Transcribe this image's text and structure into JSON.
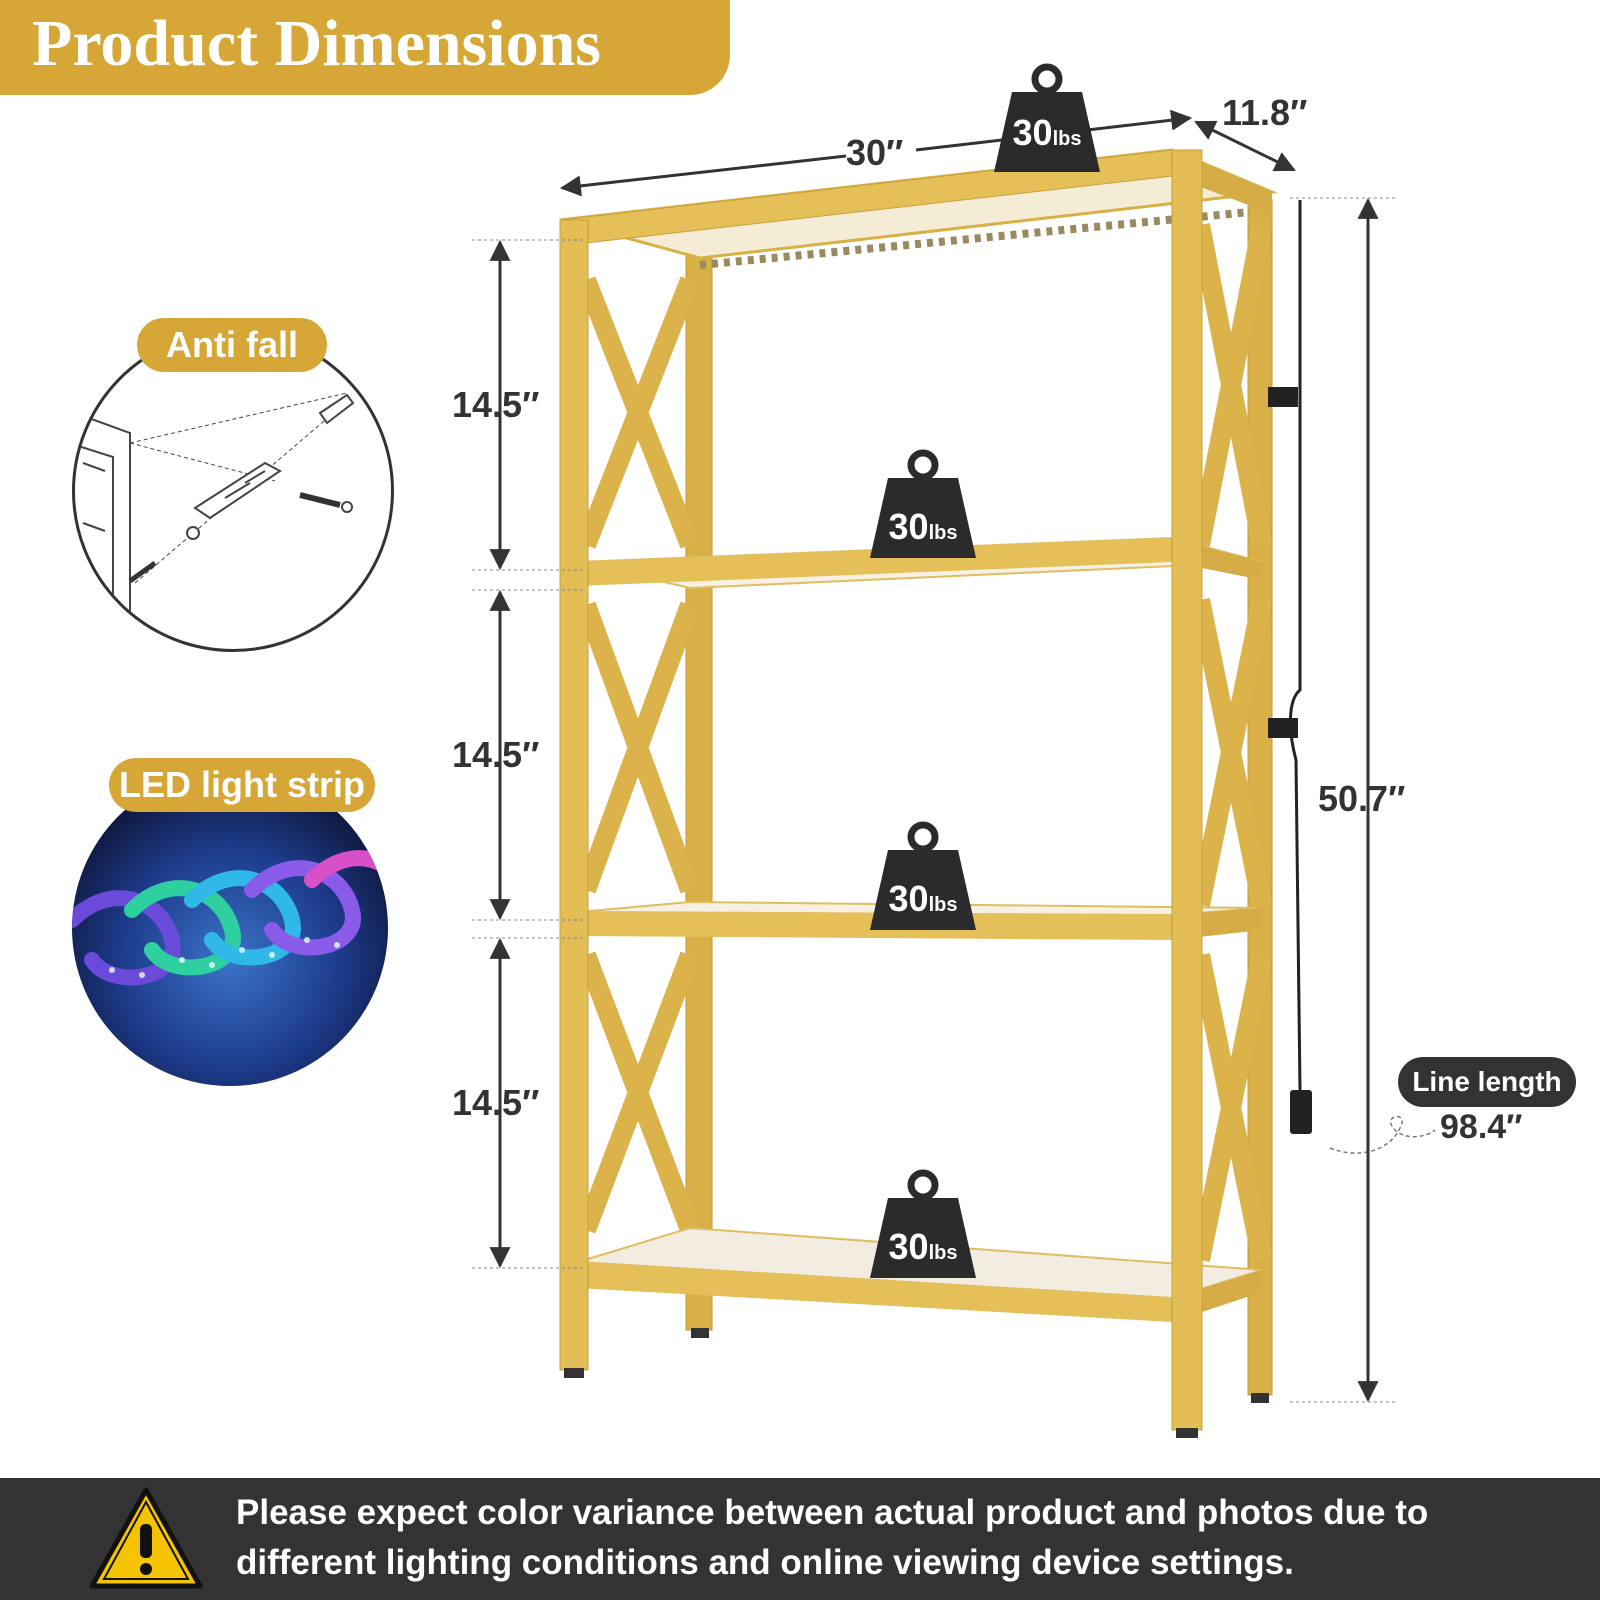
{
  "header": {
    "title": "Product Dimensions"
  },
  "features": {
    "anti_fall": {
      "label": "Anti fall",
      "icon": "wall-anchor-hardware-icon"
    },
    "led_strip": {
      "label": "LED light strip",
      "icon": "rgb-led-strip-icon"
    }
  },
  "dimensions": {
    "width": "30″",
    "depth": "11.8″",
    "height": "50.7″",
    "tier_gaps": [
      "14.5″",
      "14.5″",
      "14.5″"
    ],
    "line_length_label": "Line length",
    "line_length_value": "98.4″"
  },
  "weights": [
    {
      "value": "30",
      "unit": "lbs"
    },
    {
      "value": "30",
      "unit": "lbs"
    },
    {
      "value": "30",
      "unit": "lbs"
    },
    {
      "value": "30",
      "unit": "lbs"
    }
  ],
  "notice": {
    "icon": "warning-triangle-icon",
    "line1": "Please expect color variance between actual product and photos due to",
    "line2": "different lighting conditions and online viewing device settings."
  },
  "colors": {
    "gold": "#d6a636",
    "frame": "#e3bd55",
    "dark": "#333333",
    "warning_yellow": "#f5c400"
  }
}
